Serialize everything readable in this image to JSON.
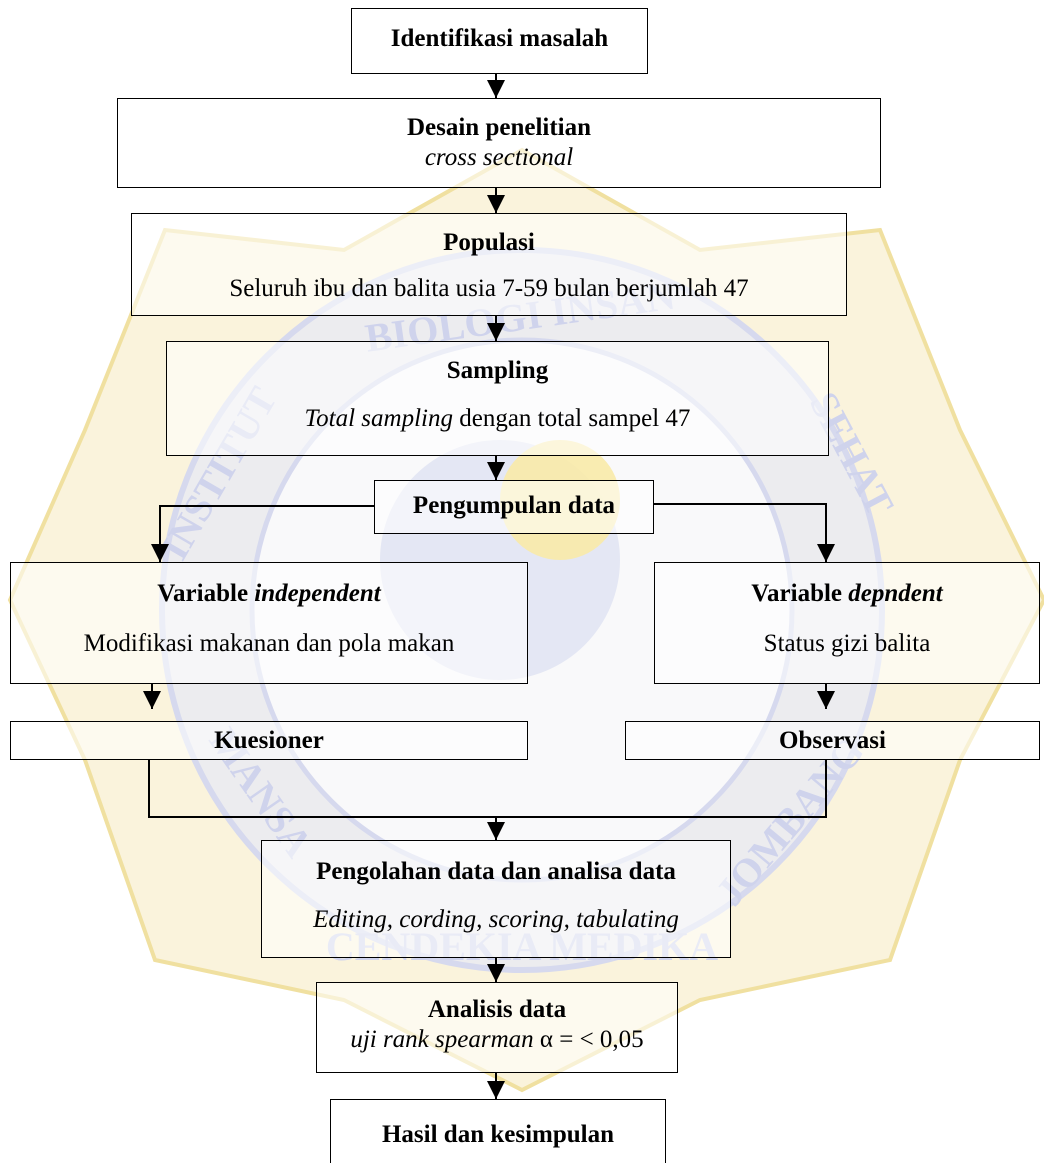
{
  "colors": {
    "line": "#000000",
    "watermark_blue": "#cfd3ec",
    "watermark_gold": "#f6eac0"
  },
  "watermark": {
    "arc_top": "BIOLOGI INSAN",
    "arc_left": "INSTITUT",
    "arc_right": "SEHAT",
    "arc_bottom_left": "MANSA",
    "arc_bottom": "CENDEKIA MEDIKA",
    "arc_bottom_right": "JOMBANG"
  },
  "nodes": {
    "identifikasi": {
      "title": "Identifikasi masalah"
    },
    "desain": {
      "title": "Desain penelitian",
      "subtitle": "cross sectional"
    },
    "populasi": {
      "title": "Populasi",
      "subtitle": "Seluruh ibu dan balita usia 7-59 bulan berjumlah 47"
    },
    "sampling": {
      "title": "Sampling",
      "subtitle_italic": "Total  sampling",
      "subtitle_rest": " dengan total sampel 47"
    },
    "pengumpulan": {
      "title": "Pengumpulan data"
    },
    "var_ind": {
      "title_plain": "Variable ",
      "title_italic": "independent",
      "subtitle": "Modifikasi makanan dan pola makan"
    },
    "var_dep": {
      "title_plain": "Variable ",
      "title_italic": "depndent",
      "subtitle": "Status gizi balita"
    },
    "kuesioner": {
      "title": "Kuesioner"
    },
    "observasi": {
      "title": "Observasi"
    },
    "pengolahan": {
      "title": "Pengolahan data dan analisa data",
      "subtitle": "Editing, cording, scoring, tabulating"
    },
    "analisis": {
      "title": "Analisis data",
      "subtitle_italic": "uji rank spearman ",
      "subtitle_rest": "α = < 0,05"
    },
    "hasil": {
      "title": "Hasil dan kesimpulan"
    }
  }
}
